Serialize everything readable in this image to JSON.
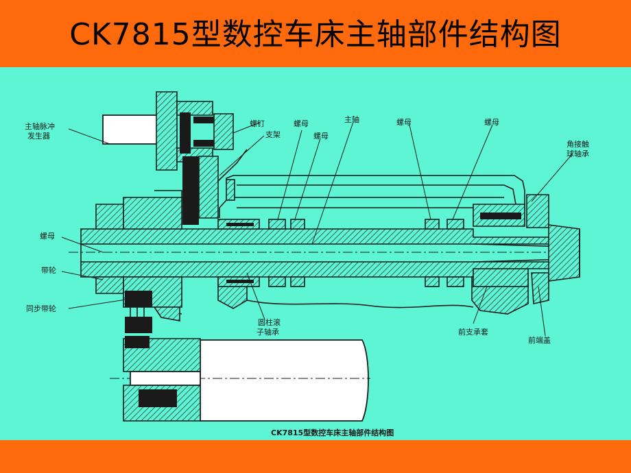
{
  "slide": {
    "title": "CK7815型数控车床主轴部件结构图",
    "colors": {
      "bar": "#ff6a0d",
      "diagram_bg": "#5ef5d5",
      "ink": "#1a1a1a"
    }
  },
  "diagram": {
    "caption": "CK7815型数控车床主轴部件结构图",
    "labels": {
      "pulse_generator_1": "主轴脉冲",
      "pulse_generator_2": "发生器",
      "screw": "螺钉",
      "bracket": "支架",
      "nut_1": "螺母",
      "nut_2": "螺母",
      "spindle": "主轴",
      "nut_3": "螺母",
      "nut_4": "螺母",
      "angular_bearing_1": "角接触",
      "angular_bearing_2": "球轴承",
      "nut_left": "螺母",
      "pulley": "带轮",
      "sync_pulley": "同步带轮",
      "roller_bearing_1": "圆柱滚",
      "roller_bearing_2": "子轴承",
      "front_sleeve": "前支承套",
      "front_cover": "前端盖"
    }
  }
}
